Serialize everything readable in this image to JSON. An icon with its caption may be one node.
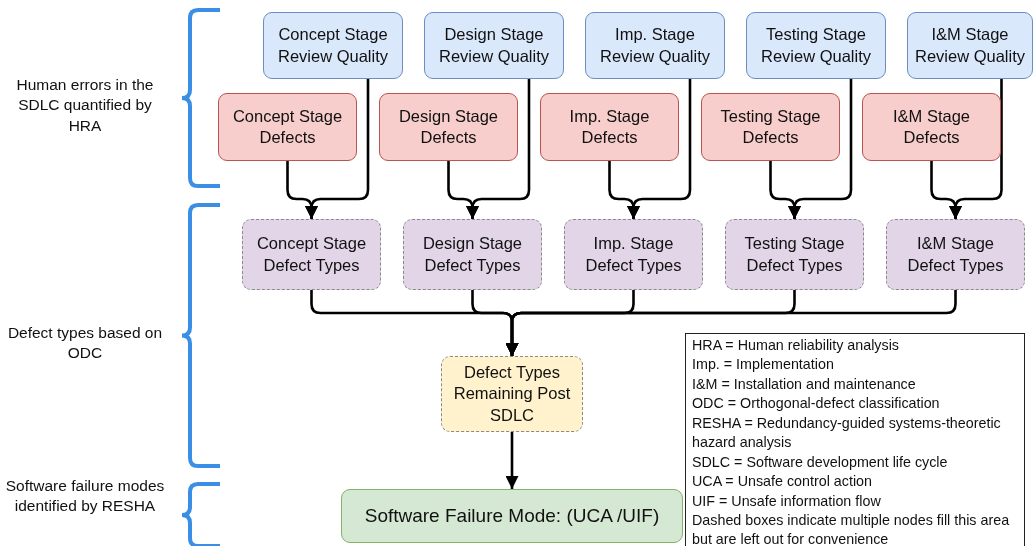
{
  "diagram": {
    "nodes": [
      {
        "text": [
          "Concept Stage Review Quality"
        ]
      },
      {
        "text": [
          "Design Stage Review Quality"
        ]
      },
      {
        "text": [
          "Imp. Stage Review Quality"
        ]
      },
      {
        "text": [
          "Testing Stage Review Quality"
        ]
      },
      {
        "text": [
          "I&M Stage Review Quality"
        ]
      },
      {
        "text": [
          "Concept Stage Defects"
        ]
      },
      {
        "text": [
          "Design Stage Defects"
        ]
      },
      {
        "text": [
          "Imp. Stage Defects"
        ]
      },
      {
        "text": [
          "Testing Stage Defects"
        ]
      },
      {
        "text": [
          "I&M Stage Defects"
        ]
      },
      {
        "text": [
          "Concept Stage Defect Types"
        ]
      },
      {
        "text": [
          "Design Stage Defect Types"
        ]
      },
      {
        "text": [
          "Imp. Stage Defect Types"
        ]
      },
      {
        "text": [
          "Testing Stage Defect Types"
        ]
      },
      {
        "text": [
          "I&M Stage Defect Types"
        ]
      },
      {
        "text": [
          "Defect Types Remaining Post SDLC"
        ]
      },
      {
        "text": [
          "Software Failure Mode: (UCA /UIF)"
        ]
      }
    ],
    "edges": [
      {
        "from": 5,
        "to": 10,
        "arrow": "to"
      },
      {
        "from": 0,
        "to": 10,
        "arrow": "to"
      },
      {
        "from": 6,
        "to": 11,
        "arrow": "to"
      },
      {
        "from": 1,
        "to": 11,
        "arrow": "to"
      },
      {
        "from": 7,
        "to": 12,
        "arrow": "to"
      },
      {
        "from": 2,
        "to": 12,
        "arrow": "to"
      },
      {
        "from": 8,
        "to": 13,
        "arrow": "to"
      },
      {
        "from": 3,
        "to": 13,
        "arrow": "to"
      },
      {
        "from": 9,
        "to": 14,
        "arrow": "to"
      },
      {
        "from": 4,
        "to": 14,
        "arrow": "to"
      },
      {
        "from": 10,
        "to": 15,
        "arrow": "to"
      },
      {
        "from": 11,
        "to": 15,
        "arrow": "to"
      },
      {
        "from": 12,
        "to": 15,
        "arrow": "to"
      },
      {
        "from": 13,
        "to": 15,
        "arrow": "to"
      },
      {
        "from": 14,
        "to": 15,
        "arrow": "to"
      },
      {
        "from": 15,
        "to": 16,
        "arrow": "to"
      }
    ],
    "labels": [
      "Human errors in the SDLC quantified by HRA",
      "Defect types based on ODC",
      "Software failure modes identified by RESHA",
      "HRA = Human reliability analysis",
      "Imp. = Implementation",
      "I&M = Installation and maintenance",
      "ODC = Orthogonal-defect classification",
      "RESHA = Redundancy-guided systems-theoretic hazard analysis",
      "SDLC = Software development life cycle",
      "UCA = Unsafe control action",
      "UIF = Unsafe information flow",
      "Dashed boxes indicate multiple nodes fill this area but are left out for convenience"
    ]
  }
}
